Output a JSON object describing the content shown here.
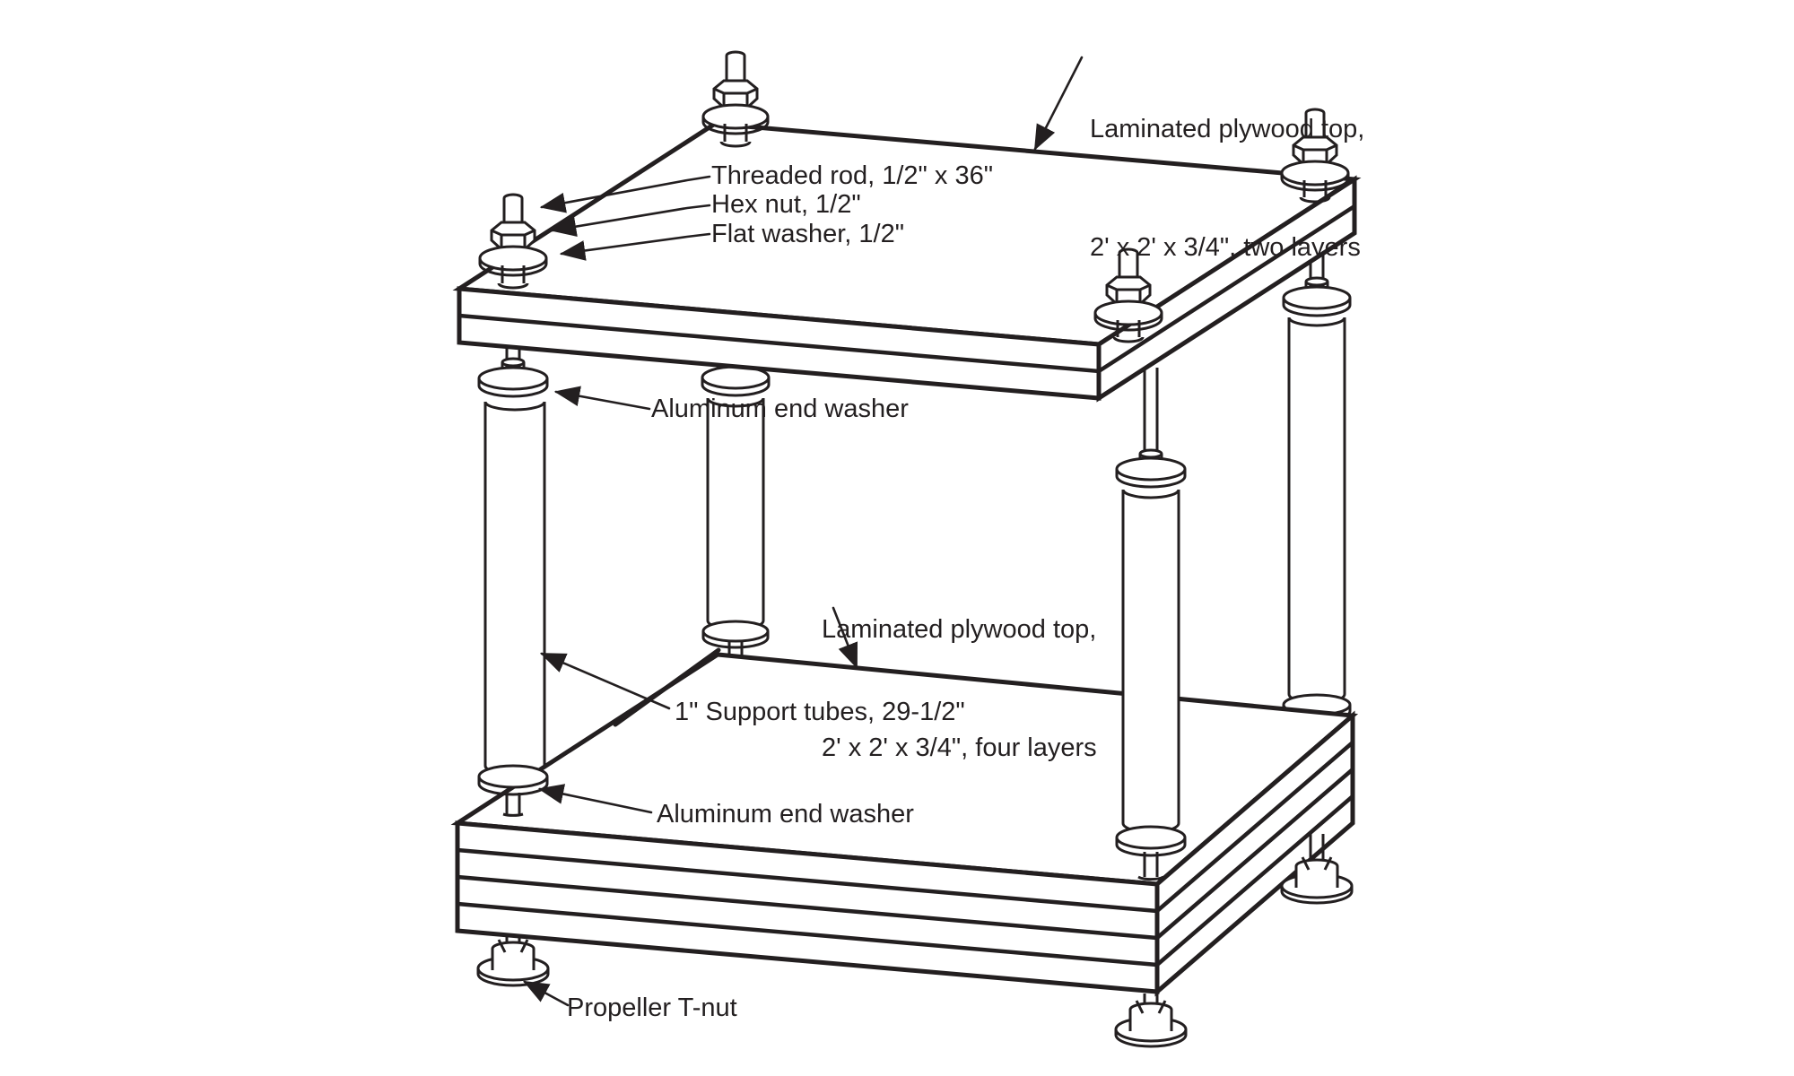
{
  "diagram": {
    "type": "exploded-assembly-illustration",
    "subject": "Two-shelf laminated plywood stand assembled with threaded rods and support tubes",
    "colors": {
      "line": "#231f20",
      "background": "#ffffff"
    },
    "labels": {
      "plywood_two_layers": {
        "line1": "Laminated plywood top,",
        "line2": "2' x 2' x 3/4\", two layers"
      },
      "threaded_rod": "Threaded rod, 1/2\" x 36\"",
      "hex_nut": "Hex nut, 1/2\"",
      "flat_washer": "Flat washer, 1/2\"",
      "aluminum_end_washer_upper": "Aluminum end washer",
      "plywood_four_layers": {
        "line1": "Laminated plywood top,",
        "line2": "2' x 2' x 3/4\", four layers"
      },
      "support_tubes": "1\" Support tubes, 29-1/2\"",
      "aluminum_end_washer_lower": "Aluminum end washer",
      "propeller_t_nut": "Propeller T-nut"
    }
  }
}
